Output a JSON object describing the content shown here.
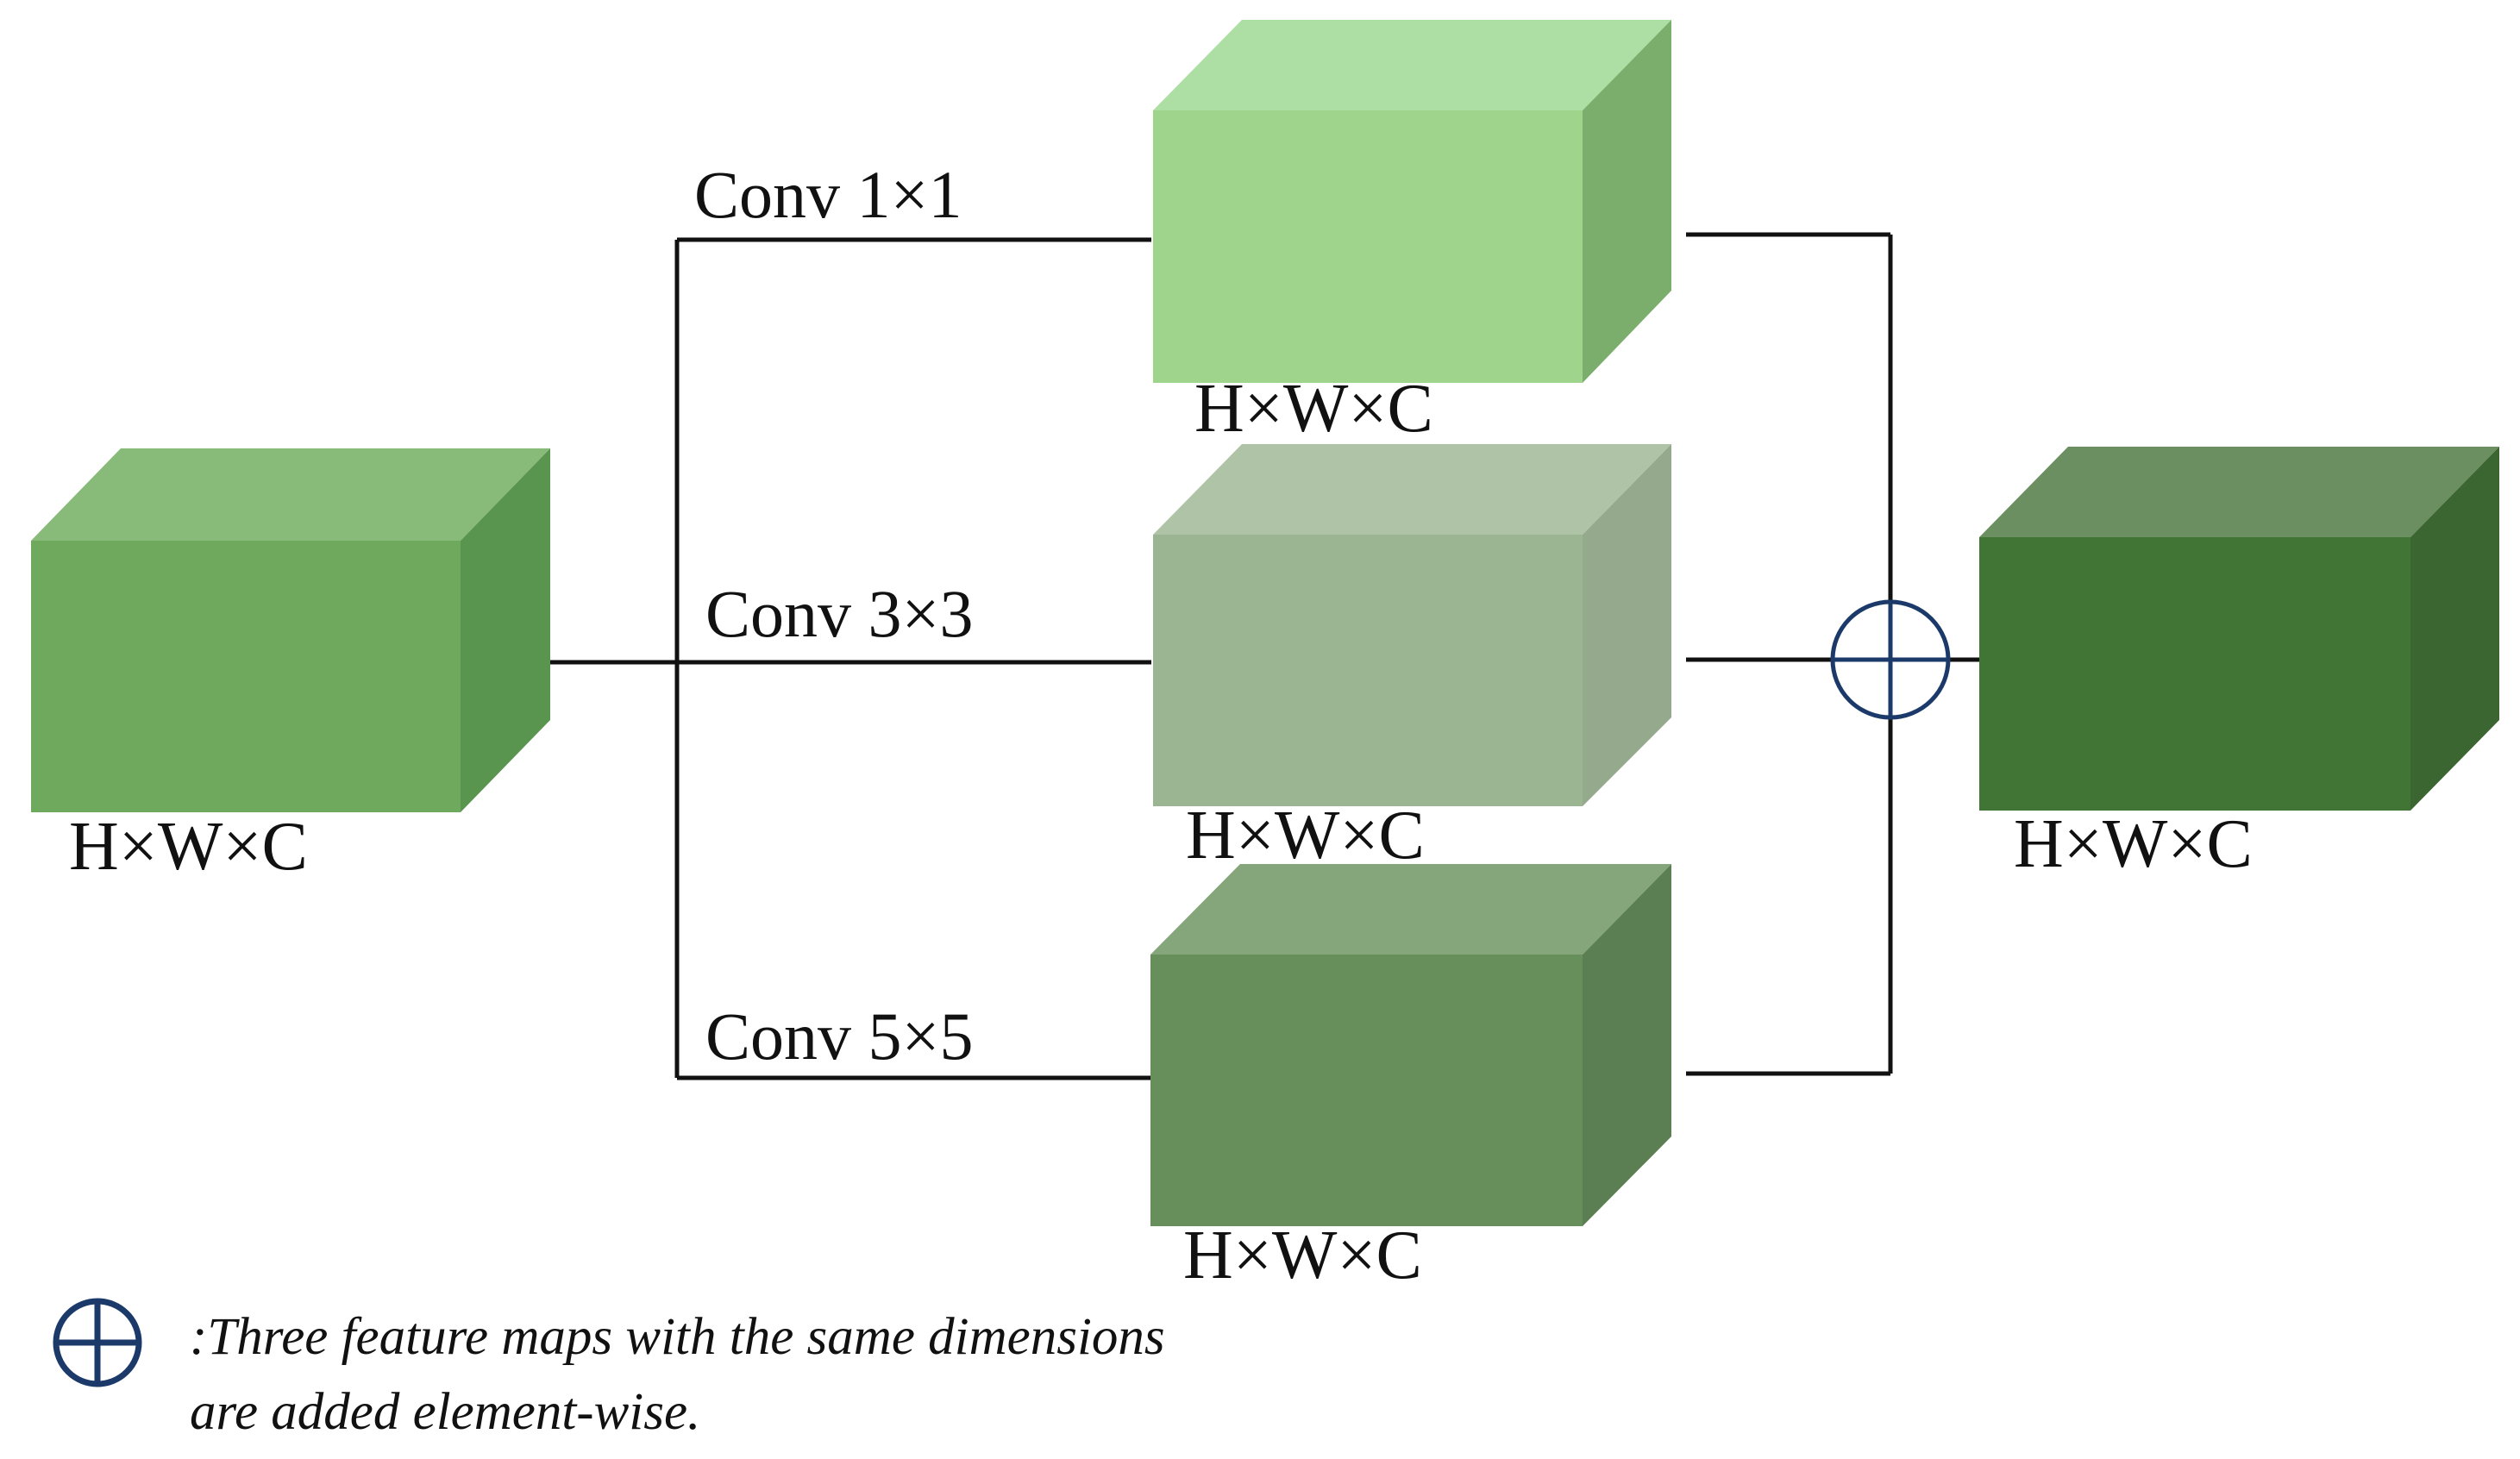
{
  "input_block": {
    "label": "H×W×C",
    "colors": {
      "front": "#6ea95d",
      "top": "#88ba7a",
      "side": "#5a9550"
    }
  },
  "branches": [
    {
      "conv_label": "Conv 1×1",
      "dim_label": "H×W×C",
      "colors": {
        "front": "#9fd48c",
        "top": "#addfa4",
        "side": "#7bae6c"
      }
    },
    {
      "conv_label": "Conv 3×3",
      "dim_label": "H×W×C",
      "colors": {
        "front": "#9bb592",
        "top": "#afc4a6",
        "side": "#95a98c"
      }
    },
    {
      "conv_label": "Conv 5×5",
      "dim_label": "H×W×C",
      "colors": {
        "front": "#678f5c",
        "top": "#85a67a",
        "side": "#5b7f52"
      }
    }
  ],
  "output_block": {
    "label": "H×W×C",
    "colors": {
      "front": "#407536",
      "top": "#6b8f60",
      "side": "#3b6632"
    }
  },
  "sum_symbol": {
    "icon": "circle-plus",
    "color": "#1b3a6a"
  },
  "legend": {
    "icon": "circle-plus",
    "text_line1": ":Three feature maps with the same dimensions",
    "text_line2": "are added element-wise."
  }
}
